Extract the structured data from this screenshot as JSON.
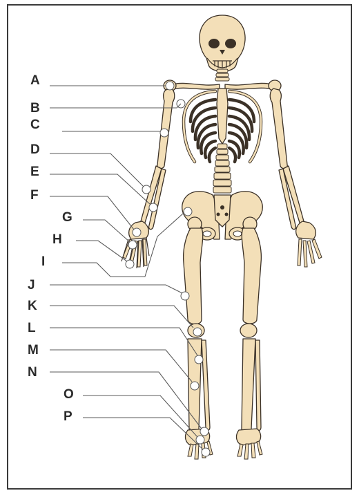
{
  "labels": [
    "A",
    "B",
    "C",
    "D",
    "E",
    "F",
    "G",
    "H",
    "I",
    "J",
    "K",
    "L",
    "M",
    "N",
    "O",
    "P"
  ],
  "colors": {
    "bone_fill": "#f3dfb8",
    "bone_outline": "#3b3127",
    "frame": "#3a3a3a",
    "label_text": "#2b2b2b"
  }
}
